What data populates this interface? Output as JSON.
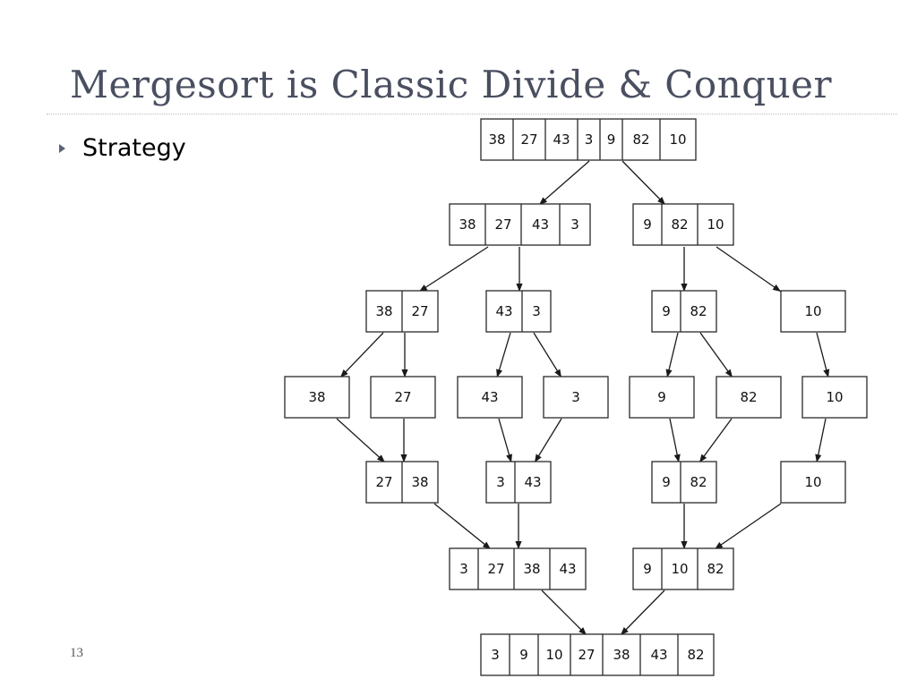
{
  "slide": {
    "title": "Mergesort is Classic Divide & Conquer",
    "bullet": "Strategy",
    "page_number": "13"
  },
  "diagram": {
    "nodes": [
      {
        "id": "r0",
        "values": [
          "38",
          "27",
          "43",
          "3",
          "9",
          "82",
          "10"
        ]
      },
      {
        "id": "d1a",
        "values": [
          "38",
          "27",
          "43",
          "3"
        ]
      },
      {
        "id": "d1b",
        "values": [
          "9",
          "82",
          "10"
        ]
      },
      {
        "id": "d2a",
        "values": [
          "38",
          "27"
        ]
      },
      {
        "id": "d2b",
        "values": [
          "43",
          "3"
        ]
      },
      {
        "id": "d2c",
        "values": [
          "9",
          "82"
        ]
      },
      {
        "id": "d2d",
        "values": [
          "10"
        ]
      },
      {
        "id": "s38",
        "values": [
          "38"
        ]
      },
      {
        "id": "s27",
        "values": [
          "27"
        ]
      },
      {
        "id": "s43",
        "values": [
          "43"
        ]
      },
      {
        "id": "s3",
        "values": [
          "3"
        ]
      },
      {
        "id": "s9",
        "values": [
          "9"
        ]
      },
      {
        "id": "s82",
        "values": [
          "82"
        ]
      },
      {
        "id": "s10",
        "values": [
          "10"
        ]
      },
      {
        "id": "m1a",
        "values": [
          "27",
          "38"
        ]
      },
      {
        "id": "m1b",
        "values": [
          "3",
          "43"
        ]
      },
      {
        "id": "m1c",
        "values": [
          "9",
          "82"
        ]
      },
      {
        "id": "m1d",
        "values": [
          "10"
        ]
      },
      {
        "id": "m2a",
        "values": [
          "3",
          "27",
          "38",
          "43"
        ]
      },
      {
        "id": "m2b",
        "values": [
          "9",
          "10",
          "82"
        ]
      },
      {
        "id": "res",
        "values": [
          "3",
          "9",
          "10",
          "27",
          "38",
          "43",
          "82"
        ]
      }
    ],
    "edges": [
      [
        "r0",
        "d1a"
      ],
      [
        "r0",
        "d1b"
      ],
      [
        "d1a",
        "d2a"
      ],
      [
        "d1a",
        "d2b"
      ],
      [
        "d1b",
        "d2c"
      ],
      [
        "d1b",
        "d2d"
      ],
      [
        "d2a",
        "s38"
      ],
      [
        "d2a",
        "s27"
      ],
      [
        "d2b",
        "s43"
      ],
      [
        "d2b",
        "s3"
      ],
      [
        "d2c",
        "s9"
      ],
      [
        "d2c",
        "s82"
      ],
      [
        "d2d",
        "s10"
      ],
      [
        "s38",
        "m1a"
      ],
      [
        "s27",
        "m1a"
      ],
      [
        "s43",
        "m1b"
      ],
      [
        "s3",
        "m1b"
      ],
      [
        "s9",
        "m1c"
      ],
      [
        "s82",
        "m1c"
      ],
      [
        "s10",
        "m1d"
      ],
      [
        "m1a",
        "m2a"
      ],
      [
        "m1b",
        "m2a"
      ],
      [
        "m1c",
        "m2b"
      ],
      [
        "m1d",
        "m2b"
      ],
      [
        "m2a",
        "res"
      ],
      [
        "m2b",
        "res"
      ]
    ]
  }
}
